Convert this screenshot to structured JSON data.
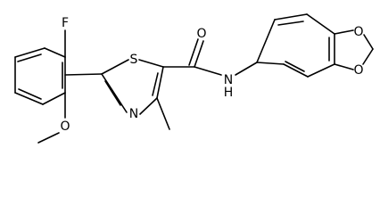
{
  "structure": {
    "atoms": {
      "fluorine": "F",
      "ring_sulfur": "S",
      "ring_nitrogen": "N",
      "carbonyl_oxygen": "O",
      "amide_nh": "N\nH",
      "methoxy_oxygen": "O",
      "dioxole_oxygen_top": "O",
      "dioxole_oxygen_bottom": "O"
    }
  }
}
